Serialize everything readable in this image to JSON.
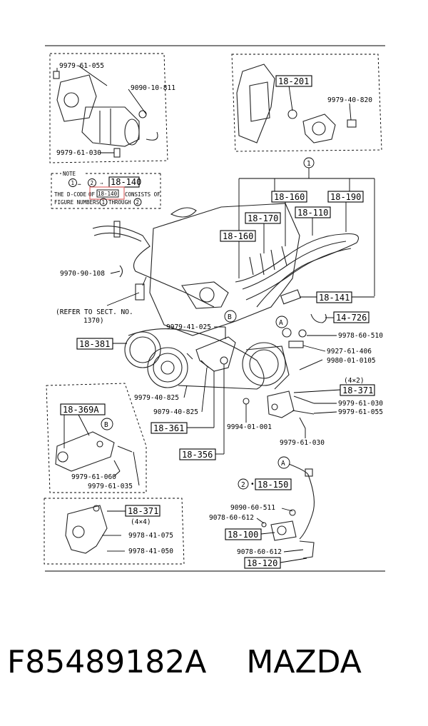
{
  "codes": {
    "c18_201": "18-201",
    "c18_140": "18-140",
    "c18_160a": "18-160",
    "c18_190": "18-190",
    "c18_170": "18-170",
    "c18_110": "18-110",
    "c18_160b": "18-160",
    "c18_141": "18-141",
    "c14_726": "14-726",
    "c18_381": "18-381",
    "c18_371a": "18-371",
    "c18_369a": "18-369A",
    "c18_361": "18-361",
    "c18_356": "18-356",
    "c18_150": "18-150",
    "c18_371b": "18-371",
    "c18_100": "18-100",
    "c18_120": "18-120"
  },
  "parts": {
    "p9979_61_055_top": "9979-61-055",
    "p9090_10_811": "9090-10-811",
    "p9979_61_030_top": "9979-61-030",
    "p9979_40_820": "9979-40-820",
    "p9970_90_108": "9970-90-108",
    "p9979_41_025": "9979-41-025",
    "p9978_60_510": "9978-60-510",
    "p9927_61_406": "9927-61-406",
    "p9980_01_0105": "9980-01-0105",
    "p9979_40_825a": "9979-40-825",
    "p9079_40_825": "9079-40-825",
    "p9979_61_030_mid": "9979-61-030",
    "p9979_61_055_mid": "9979-61-055",
    "p9994_01_001": "9994-01-001",
    "p9979_61_030_low": "9979-61-030",
    "p9979_61_060": "9979-61-060",
    "p9979_61_035": "9979-61-035",
    "p9090_60_511": "9090-60-511",
    "p9078_60_612a": "9078-60-612",
    "p9078_60_612b": "9078-60-612",
    "p9978_41_075": "9978-41-075",
    "p9978_41_050": "9978-41-050"
  },
  "markers": {
    "one": "1",
    "two": "2",
    "a": "A",
    "b": "B"
  },
  "texts": {
    "note_title": "NOTE",
    "note_line_range": "…",
    "note_arrow": "⇒",
    "note_line2a": "THE D-CODE",
    "note_line2b": "OF",
    "note_line2c": "CONSISTS OF",
    "note_line3a": "FIGURE NUMBERS",
    "note_line3b": "THROUGH",
    "refer_line1": "(REFER TO SECT. NO.",
    "refer_line2": "1370)",
    "x4x2": "(4×2)",
    "x4x4": "(4×4)",
    "dot": "•"
  },
  "caption": {
    "part_number": "F85489182A",
    "brand": "MAZDA"
  }
}
